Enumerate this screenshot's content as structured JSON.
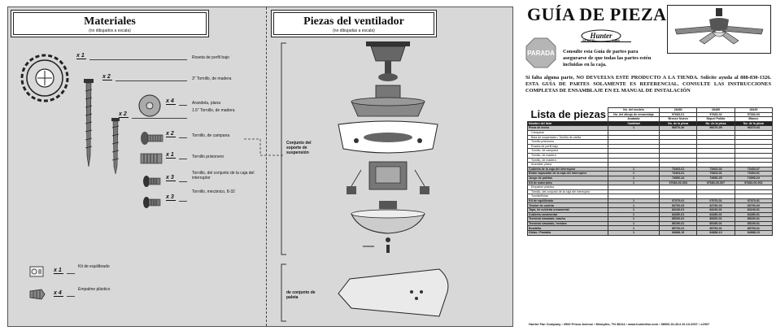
{
  "left_page": {
    "materials": {
      "title": "Materiales",
      "subtitle": "(no dibujados a escala)",
      "items": [
        {
          "qty": "x 1",
          "label": "Roseta de perfil bajo",
          "icon": "low-profile-canopy-ring"
        },
        {
          "qty": "x 2",
          "label": "3\" Tornillo, de madera",
          "icon": "wood-screw"
        },
        {
          "qty": "x 4",
          "label": "Arandela, plana",
          "icon": "flat-washer"
        },
        {
          "qty": "x 2",
          "label": "1.5\" Tornillo, de madera",
          "icon": "wood-screw"
        },
        {
          "qty": "x 2",
          "label": "Tornillo, de campana",
          "icon": "canopy-screw"
        },
        {
          "qty": "x 1",
          "label": "Tornillo prisionero",
          "icon": "set-screw"
        },
        {
          "qty": "x 3",
          "label": "Tornillo, del conjunto de la caja del interruptor",
          "icon": "switch-housing-screw"
        },
        {
          "qty": "x 3",
          "label": "Tornillo, mecánico, 8-32",
          "icon": "machine-screw"
        }
      ],
      "balance_kit": {
        "qty": "x 1",
        "label": "Kit de equilibrado"
      },
      "connector": {
        "qty": "x 4",
        "label": "Empalme plástico"
      }
    },
    "fan_parts": {
      "title": "Piezas del ventilador",
      "subtitle": "(no dibujadas a escala)",
      "mounting_label": "Conjunto del soporte de suspensión",
      "blade_label": "de conjunto de paleta"
    }
  },
  "right_page": {
    "title": "GUÍA DE PIEZAS",
    "brand": "Hunter",
    "since": "SINCE",
    "year": "1886",
    "stop_sign": "PARADA",
    "intro": "Consulte esta Guía de partes para asegurarse de que todas las partes estén incluidas en la caja.",
    "notice": "Si falta alguna parte, NO DEVUELVA ESTE PRODUCTO A LA TIENDA. Solicite ayuda al 888-830-1326. ESTA GUÍA DE PARTES SOLAMENTE ES REFERENCIAL. CONSULTE LAS INSTRUCCIONES COMPLETAS DE ENSAMBLAJE EN EL MANUAL DE INSTALACIÓN",
    "parts_list": {
      "title": "Lista de piezas",
      "header_rows": [
        [
          "No. del modelo",
          "28480",
          "28489",
          "28439"
        ],
        [
          "No. del dibujo de ensamblaje",
          "97683-01",
          "97683-02",
          "97683-03"
        ],
        [
          "Acabado",
          "Bronce Nuevo",
          "Níquel Pulido",
          "Blanco"
        ]
      ],
      "columns": [
        "Nombre del ítem",
        "Cantidad",
        "No. de la pieza",
        "No. de la pieza",
        "No. de la pieza"
      ],
      "rows": [
        {
          "name": "Pieza de techo",
          "qty": "1",
          "p1": "96070-30",
          "p2": "96070-09",
          "p3": "96070-03",
          "dark": true
        },
        {
          "name": "Campana",
          "qty": "",
          "p1": "",
          "p2": "",
          "p3": "",
          "indent": true
        },
        {
          "name": "Bola de suspensión / Tornillo de varilla",
          "qty": "",
          "p1": "",
          "p2": "",
          "p3": "",
          "indent": true
        },
        {
          "name": "Tornillo prisionero",
          "qty": "",
          "p1": "",
          "p2": "",
          "p3": "",
          "indent": true
        },
        {
          "name": "Roseta de perfil bajo",
          "qty": "",
          "p1": "",
          "p2": "",
          "p3": "",
          "indent": true
        },
        {
          "name": "Tornillo, de campana",
          "qty": "",
          "p1": "",
          "p2": "",
          "p3": "",
          "indent": true
        },
        {
          "name": "Tornillo, de madera",
          "qty": "",
          "p1": "",
          "p2": "",
          "p3": "",
          "indent": true
        },
        {
          "name": "Tornillo, de madera",
          "qty": "",
          "p1": "",
          "p2": "",
          "p3": "",
          "indent": true
        },
        {
          "name": "Arandela, plana",
          "qty": "",
          "p1": "",
          "p2": "",
          "p3": "",
          "indent": true
        },
        {
          "name": "Cubierta de la caja del interruptor",
          "qty": "1",
          "p1": "73403-01",
          "p2": "73403-02",
          "p3": "73403-07",
          "dark": true
        },
        {
          "name": "Botón tapacadar de la caja del interruptor",
          "qty": "1",
          "p1": "73404-01",
          "p2": "73404-01",
          "p3": "73404-01",
          "dark": true
        },
        {
          "name": "Juego de paletas",
          "qty": "1",
          "p1": "74990-24",
          "p2": "74990-25",
          "p3": "74990-24",
          "dark": true
        },
        {
          "name": "Kit de materiales",
          "qty": "1",
          "p1": "97683-00-003",
          "p2": "97683-00-007",
          "p3": "97683-00-002",
          "dark": true
        },
        {
          "name": "Empalme plástico",
          "qty": "",
          "p1": "",
          "p2": "",
          "p3": "",
          "indent": true
        },
        {
          "name": "Tornillo, del conjunto de la caja del interruptor",
          "qty": "",
          "p1": "",
          "p2": "",
          "p3": "",
          "indent": true
        },
        {
          "name": "Tornillo/Brida",
          "qty": "",
          "p1": "",
          "p2": "",
          "p3": "",
          "indent": true
        },
        {
          "name": "Kit de equilibrado",
          "qty": "1",
          "p1": "07070-01",
          "p2": "07070-01",
          "p3": "07070-01",
          "dark": true
        },
        {
          "name": "Tirador de cadena",
          "qty": "1",
          "p1": "83790-03",
          "p2": "83790-03",
          "p3": "83790-03",
          "dark": true
        },
        {
          "name": "Tapa, de cubierta ornamental",
          "qty": "1",
          "p1": "84240-01",
          "p2": "84240-01",
          "p3": "84240-01",
          "dark": true
        },
        {
          "name": "Cubierta ornamental",
          "qty": "1",
          "p1": "84280-01",
          "p2": "84280-01",
          "p3": "84280-01",
          "dark": true
        },
        {
          "name": "Terminal simulado, macho",
          "qty": "1",
          "p1": "85200-01",
          "p2": "85200-01",
          "p3": "85200-01",
          "dark": true
        },
        {
          "name": "Terminal simulado, hembra",
          "qty": "1",
          "p1": "85190-01",
          "p2": "85190-01",
          "p3": "85190-01",
          "dark": true
        },
        {
          "name": "Bombilla",
          "qty": "1",
          "p1": "85793-01",
          "p2": "85793-01",
          "p3": "85793-01",
          "dark": true
        },
        {
          "name": "Globo / Pantalla",
          "qty": "1",
          "p1": "84888-13",
          "p2": "84888-13",
          "p3": "84888-13",
          "dark": true
        }
      ]
    },
    "footer": "Hunter Fan Company  •  2500 Frisco Avenue  •  Memphis, TN 38114  •  www.hunterfan.com  •  98000-01-814  10-10-2007  •  c2007"
  }
}
